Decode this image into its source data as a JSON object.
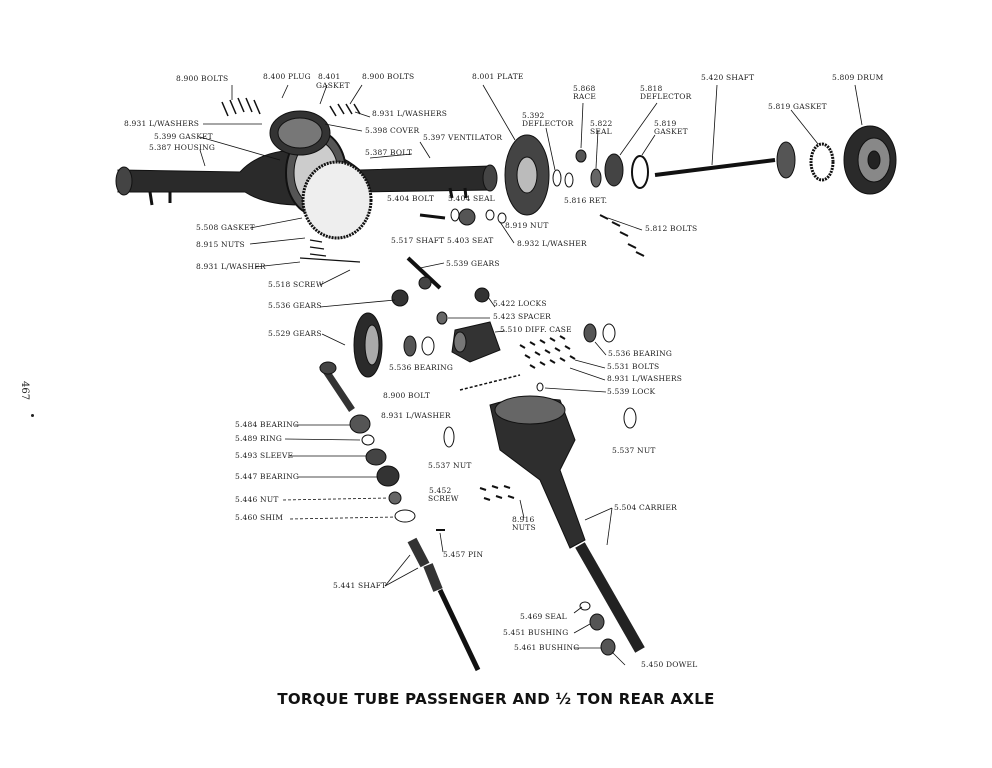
{
  "title": "TORQUE TUBE PASSENGER AND ½ TON REAR AXLE",
  "page_number": "467",
  "labels": {
    "bolts_8900_top": "8.900 BOLTS",
    "plug_8400": "8.400 PLUG",
    "gasket_8401": "8.401",
    "gasket_8401_b": "GASKET",
    "bolts_8900_top2": "8.900 BOLTS",
    "plate_8001": "8.001 PLATE",
    "race_5868": "5.868",
    "race_5868_b": "RACE",
    "deflector_5818": "5.818",
    "deflector_5818_b": "DEFLECTOR",
    "shaft_5420": "5.420 SHAFT",
    "drum_5809": "5.809 DRUM",
    "washers_8931_left": "8.931 L/WASHERS",
    "washers_8931_top": "8.931 L/WASHERS",
    "cover_5398": "5.398 COVER",
    "gasket_5399": "5.399 GASKET",
    "housing_5387": "5.387 HOUSING",
    "ventilator_5397": "5.397 VENTILATOR",
    "bolt_5387": "5.387 BOLT",
    "deflector_5392": "5.392",
    "deflector_5392_b": "DEFLECTOR",
    "seal_5822": "5.822",
    "seal_5822_b": "SEAL",
    "gasket_5819": "5.819",
    "gasket_5819_b": "GASKET",
    "gasket_5819_r": "5.819 GASKET",
    "ret_5816": "5.816 RET.",
    "bolt_5404": "5.404 BOLT",
    "seal_5404": "5.404 SEAL",
    "nut_8919": "8.919 NUT",
    "bolts_5812": "5.812 BOLTS",
    "gasket_5508": "5.508 GASKET",
    "nuts_8915": "8.915 NUTS",
    "washer_8931": "8.931 L/WASHER",
    "shaft_5517": "5.517 SHAFT",
    "seat_5403": "5.403 SEAT",
    "washer_8932": "8.932 L/WASHER",
    "gears_5539": "5.539 GEARS",
    "screw_5518": "5.518 SCREW",
    "gears_5536": "5.536 GEARS",
    "locks_5422": "5.422 LOCKS",
    "spacer_5423": "5.423 SPACER",
    "case_5510": "5.510 DIFF. CASE",
    "gears_5529": "5.529 GEARS",
    "bearing_5536": "5.536 BEARING",
    "bearing_5536_r": "5.536 BEARING",
    "bolts_5531": "5.531 BOLTS",
    "washers_8931_r": "8.931 L/WASHERS",
    "bolt_8900": "8.900 BOLT",
    "lock_5539": "5.539 LOCK",
    "washer_8931_mid": "8.931 L/WASHER",
    "bearing_5484": "5.484 BEARING",
    "ring_5489": "5.489 RING",
    "sleeve_5493": "5.493 SLEEVE",
    "bearing_5447": "5.447 BEARING",
    "nut_5537_mid": "5.537 NUT",
    "nut_5537_r": "5.537 NUT",
    "nut_5446": "5.446 NUT",
    "screw_5452": "5.452",
    "screw_5452_b": "SCREW",
    "carrier_5504": "5.504 CARRIER",
    "shim_5460": "5.460 SHIM",
    "nuts_8916": "8.916",
    "nuts_8916_b": "NUTS",
    "pin_5457": "5.457 PIN",
    "shaft_5441": "5.441 SHAFT",
    "seal_5469": "5.469 SEAL",
    "bushing_5451_a": "5.451 BUSHING",
    "bushing_5451_b": "5.461 BUSHING",
    "dowel_5450": "5.450 DOWEL"
  }
}
